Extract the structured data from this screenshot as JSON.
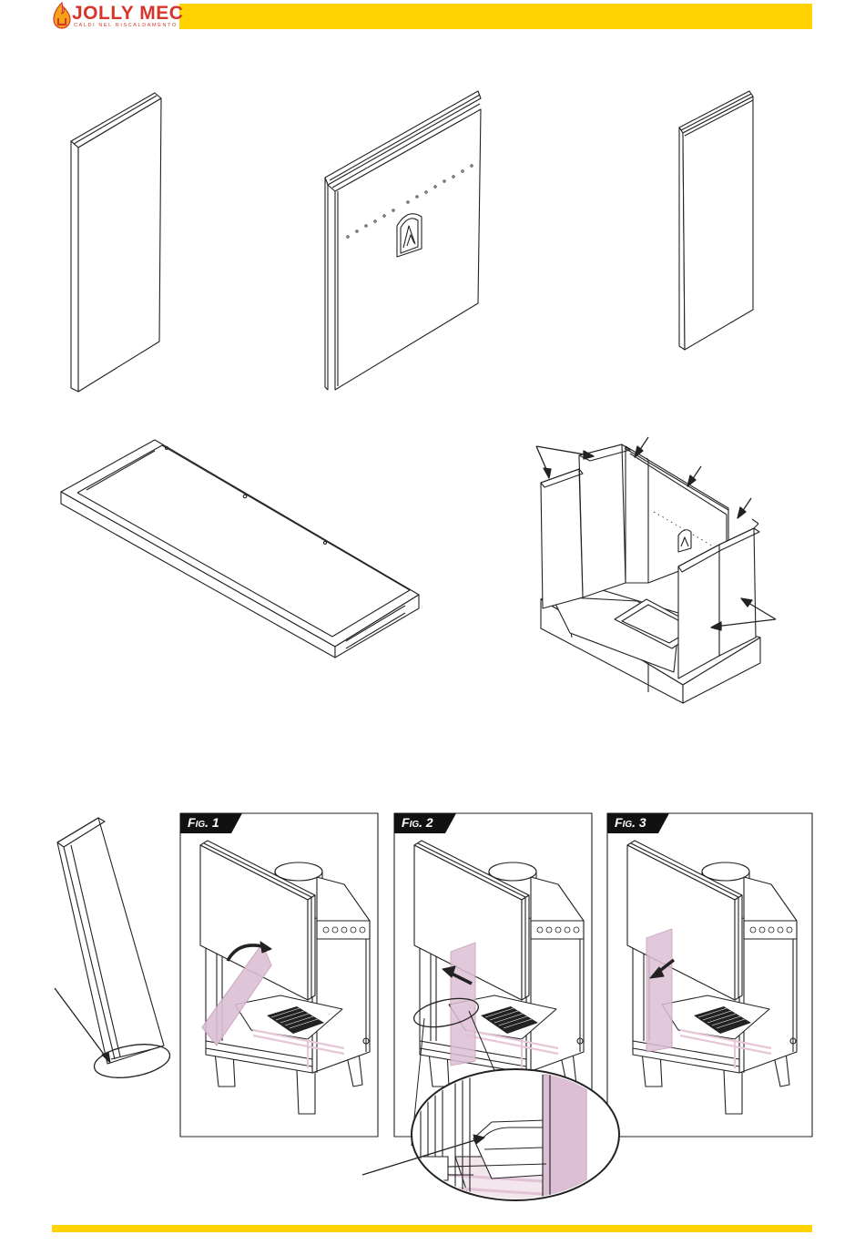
{
  "brand": {
    "name": "JOLLY MEC",
    "tagline": "CALDI NEL RISCALDAMENTO",
    "name_color": "#d8352a",
    "accent": "#ffd200"
  },
  "figures": [
    {
      "label_prefix": "F",
      "label_small": "IG",
      "label_num": ". 1"
    },
    {
      "label_prefix": "F",
      "label_small": "IG",
      "label_num": ". 2"
    },
    {
      "label_prefix": "F",
      "label_small": "IG",
      "label_num": ". 3"
    }
  ],
  "colors": {
    "line": "#222222",
    "highlight": "#dcbfd4",
    "highlight_stroke": "#c9a3bd",
    "tab": "#111111"
  }
}
